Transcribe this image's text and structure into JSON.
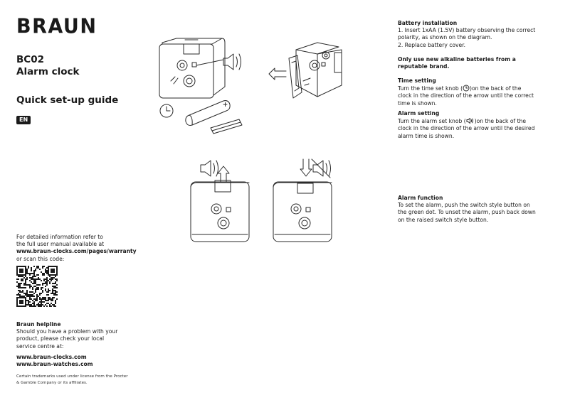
{
  "brand": "BRAUN",
  "model": "BC02",
  "product": "Alarm clock",
  "guide_title": "Quick set-up guide",
  "language": "EN",
  "info": {
    "line1": "For detailed information refer to",
    "line2": "the full user manual available at",
    "url": "www.braun-clocks.com/pages/warranty",
    "line3": "or scan this code:"
  },
  "helpline": {
    "title": "Braun helpline",
    "text": "Should you have a problem with your product, please check your local service centre at:"
  },
  "links": [
    "www.braun-clocks.com",
    "www.braun-watches.com"
  ],
  "legal": "Certain trademarks used under license from the Procter & Gamble Company or its affiliates.",
  "battery": {
    "title": "Battery installation",
    "step1": "1. Insert 1xAA (1.5V) battery observing the correct polarity, as shown on the diagram.",
    "step2": "2. Replace battery cover.",
    "note": "Only use new alkaline batteries from a reputable brand."
  },
  "time_setting": {
    "title": "Time setting",
    "text_a": "Turn the time set knob (",
    "text_b": ")on the back of the clock in the direction of the arrow until the correct time is shown."
  },
  "alarm_setting": {
    "title": "Alarm setting",
    "text_a": "Turn the alarm set knob (",
    "text_b": ")on the back of the clock in the direction of the arrow until the desired alarm time is shown."
  },
  "alarm_function": {
    "title": "Alarm function",
    "text": "To set the alarm, push the switch style button on the green dot. To unset the alarm, push back down on the raised switch style button."
  },
  "icons": [
    "clock-icon",
    "speaker-icon",
    "speaker-muted-icon",
    "battery-icon",
    "arrow-icon",
    "qr-code"
  ]
}
